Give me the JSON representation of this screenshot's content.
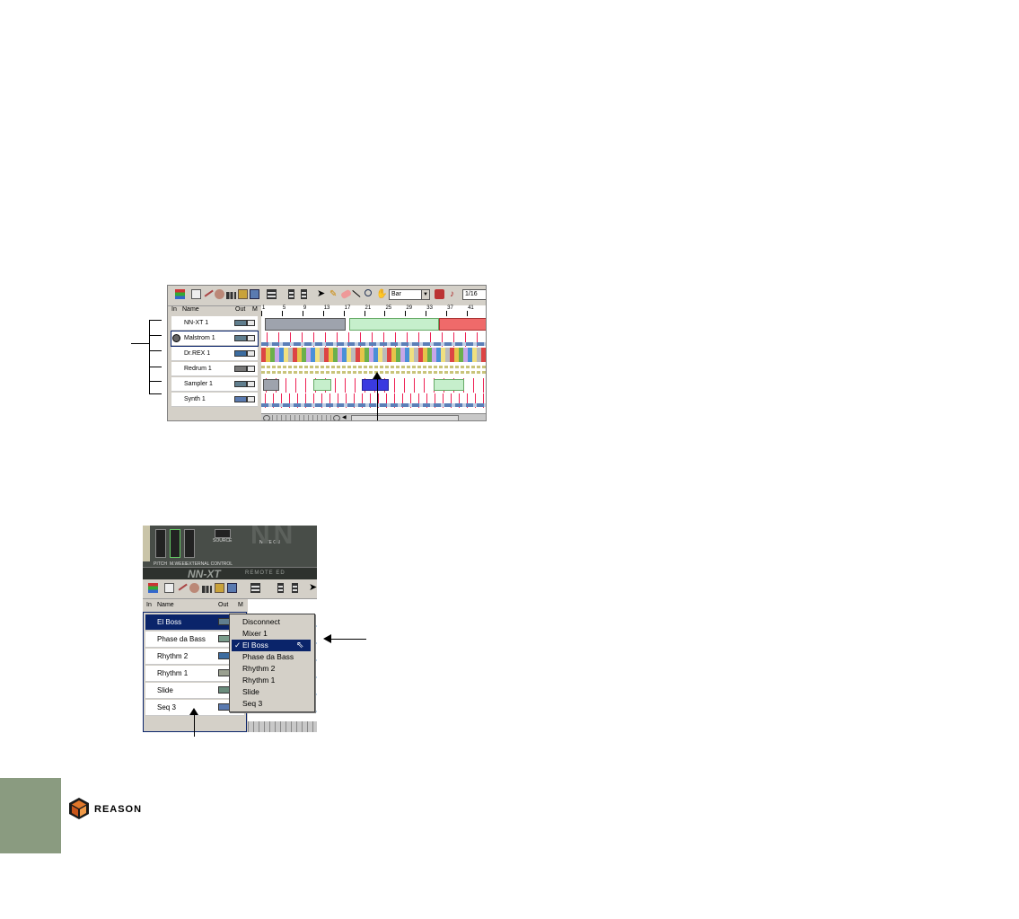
{
  "sequencer": {
    "header": {
      "in": "In",
      "name": "Name",
      "out": "Out",
      "m": "M"
    },
    "resolution_select": "Bar",
    "quantize_value": "1/16",
    "ruler_marks": [
      "1",
      "5",
      "9",
      "13",
      "17",
      "21",
      "25",
      "29",
      "33",
      "37",
      "41"
    ],
    "tracks": [
      {
        "name": "NN-XT 1",
        "selected": false
      },
      {
        "name": "Malstrom 1",
        "selected": true
      },
      {
        "name": "Dr.REX 1",
        "selected": false
      },
      {
        "name": "Redrum 1",
        "selected": false
      },
      {
        "name": "Sampler 1",
        "selected": false
      },
      {
        "name": "Synth 1",
        "selected": false
      }
    ]
  },
  "nnxt_panel": {
    "brand": "NN-XT",
    "subtitle": "REMOTE ED",
    "labels": {
      "pitch": "PITCH",
      "mod": "M.WEEL",
      "ext": "EXTERNAL CONTROL",
      "source": "SOURCE",
      "note_on": "NOTE ON"
    }
  },
  "sequencer2": {
    "header": {
      "in": "In",
      "name": "Name",
      "out": "Out",
      "m": "M"
    },
    "tracks": [
      {
        "name": "El Boss",
        "selected": true
      },
      {
        "name": "Phase da Bass",
        "selected": false
      },
      {
        "name": "Rhythm 2",
        "selected": false
      },
      {
        "name": "Rhythm 1",
        "selected": false
      },
      {
        "name": "Slide",
        "selected": false
      },
      {
        "name": "Seq 3",
        "selected": false
      }
    ],
    "menu": {
      "items": [
        "Disconnect",
        "Mixer 1",
        "El Boss",
        "Phase da Bass",
        "Rhythm 2",
        "Rhythm 1",
        "Slide",
        "Seq 3"
      ],
      "checked": "El Boss",
      "check_glyph": "✓"
    }
  },
  "footer": {
    "logo_text": "REASON"
  },
  "colors": {
    "highlight": "#0a246a",
    "sidebar": "#8a9b80",
    "window": "#d4d0c8"
  }
}
